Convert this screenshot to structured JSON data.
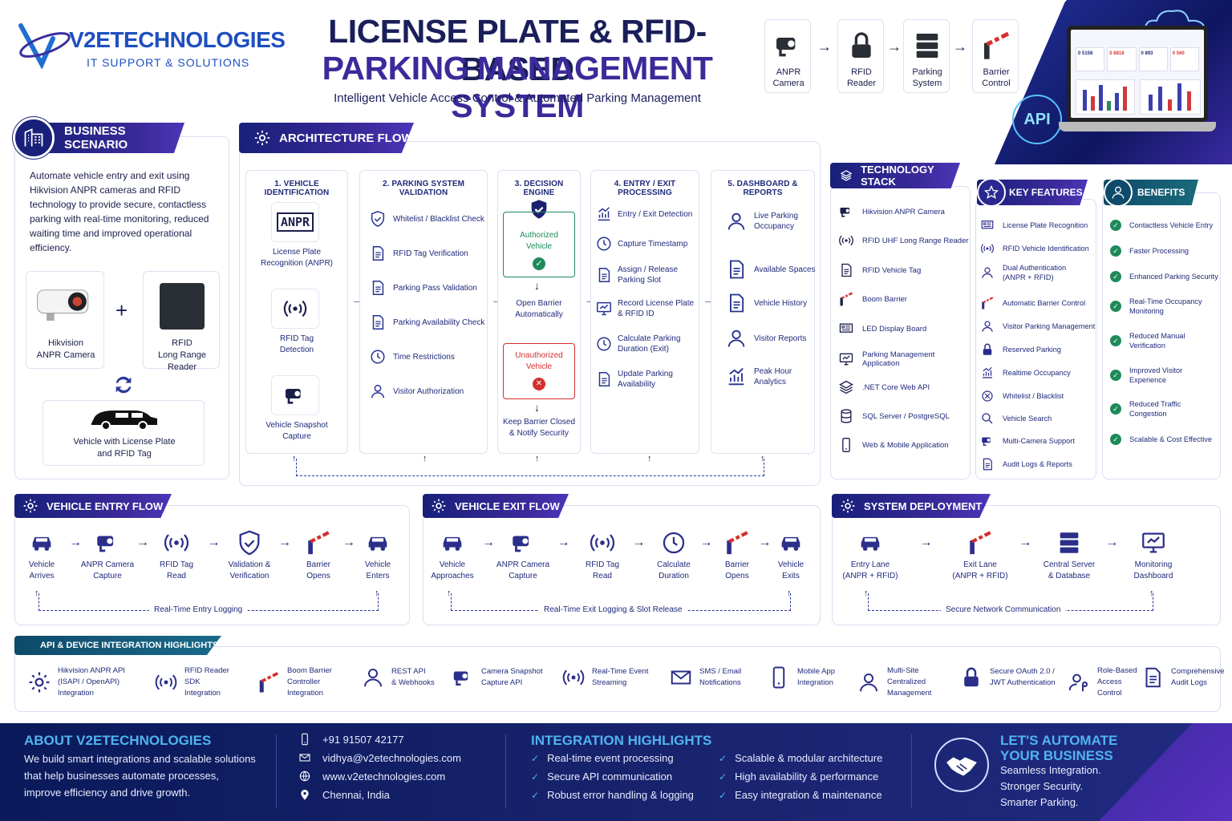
{
  "brand": {
    "name": "V2ETECHNOLOGIES",
    "tagline": "IT SUPPORT & SOLUTIONS"
  },
  "title": {
    "line1": "LICENSE PLATE & RFID-BASED",
    "line2": "PARKING MANAGEMENT SYSTEM",
    "subtitle": "Intelligent Vehicle Access Control & Automated Parking Management"
  },
  "top_flow": [
    {
      "label": "ANPR\nCamera",
      "icon": "camera-icon"
    },
    {
      "label": "RFID\nReader",
      "icon": "lock-icon"
    },
    {
      "label": "Parking\nSystem",
      "icon": "server-icon"
    },
    {
      "label": "Barrier\nControl",
      "icon": "barrier-icon"
    }
  ],
  "api_badge": "API",
  "dash": {
    "stats": [
      "0 5158",
      "0 8818",
      "0 893",
      "0 560"
    ]
  },
  "business": {
    "title": "BUSINESS SCENARIO",
    "text": "Automate vehicle entry and exit using Hikvision ANPR cameras and RFID technology to provide secure, contactless parking with real-time monitoring, reduced waiting time and improved operational efficiency.",
    "camera": "Hikvision\nANPR Camera",
    "reader": "RFID\nLong Range Reader",
    "plus": "+",
    "car": "Vehicle with License Plate\nand RFID Tag"
  },
  "architecture": {
    "title": "ARCHITECTURE FLOW",
    "columns": [
      {
        "title": "1. VEHICLE IDENTIFICATION",
        "items": [
          "License Plate\nRecognition (ANPR)",
          "RFID Tag\nDetection",
          "Vehicle Snapshot\nCapture"
        ],
        "anpr_text": "ANPR"
      },
      {
        "title": "2. PARKING SYSTEM VALIDATION",
        "items": [
          "Whitelist / Blacklist Check",
          "RFID Tag Verification",
          "Parking Pass Validation",
          "Parking Availability Check",
          "Time Restrictions",
          "Visitor Authorization"
        ]
      },
      {
        "title": "3. DECISION ENGINE",
        "auth": "Authorized\nVehicle",
        "auth_action": "Open Barrier\nAutomatically",
        "unauth": "Unauthorized\nVehicle",
        "unauth_action": "Keep Barrier Closed\n& Notify Security"
      },
      {
        "title": "4. ENTRY / EXIT PROCESSING",
        "items": [
          "Entry / Exit Detection",
          "Capture Timestamp",
          "Assign / Release\nParking Slot",
          "Record License Plate\n& RFID ID",
          "Calculate Parking\nDuration (Exit)",
          "Update Parking\nAvailability"
        ]
      },
      {
        "title": "5. DASHBOARD & REPORTS",
        "items": [
          "Live Parking\nOccupancy",
          "Available Spaces",
          "Vehicle History",
          "Visitor Reports",
          "Peak Hour\nAnalytics"
        ]
      }
    ]
  },
  "tech": {
    "title": "TECHNOLOGY STACK",
    "items": [
      "Hikvision ANPR Camera",
      "RFID UHF Long Range Reader",
      "RFID Vehicle Tag",
      "Boom Barrier",
      "LED Display Board",
      "Parking Management Application",
      ".NET Core Web API",
      "SQL Server / PostgreSQL",
      "Web & Mobile Application"
    ]
  },
  "features": {
    "title": "KEY FEATURES",
    "items": [
      "License Plate Recognition",
      "RFID Vehicle Identification",
      "Dual Authentication\n(ANPR + RFID)",
      "Automatic Barrier Control",
      "Visitor Parking Management",
      "Reserved Parking",
      "Realtime Occupancy",
      "Whitelist / Blacklist",
      "Vehicle Search",
      "Multi-Camera Support",
      "Audit Logs & Reports"
    ]
  },
  "benefits": {
    "title": "BENEFITS",
    "items": [
      "Contactless Vehicle Entry",
      "Faster Processing",
      "Enhanced Parking Security",
      "Real-Time Occupancy\nMonitoring",
      "Reduced Manual\nVerification",
      "Improved Visitor\nExperience",
      "Reduced Traffic\nCongestion",
      "Scalable & Cost Effective"
    ]
  },
  "entry": {
    "title": "VEHICLE ENTRY FLOW",
    "steps": [
      "Vehicle\nArrives",
      "ANPR Camera\nCapture",
      "RFID Tag\nRead",
      "Validation &\nVerification",
      "Barrier\nOpens",
      "Vehicle\nEnters"
    ],
    "footer": "Real-Time Entry Logging"
  },
  "exit": {
    "title": "VEHICLE EXIT FLOW",
    "steps": [
      "Vehicle\nApproaches",
      "ANPR Camera\nCapture",
      "RFID Tag\nRead",
      "Calculate\nDuration",
      "Barrier\nOpens",
      "Vehicle\nExits"
    ],
    "footer": "Real-Time Exit Logging & Slot Release"
  },
  "deploy": {
    "title": "SYSTEM DEPLOYMENT",
    "steps": [
      "Entry Lane\n(ANPR + RFID)",
      "Exit Lane\n(ANPR + RFID)",
      "Central Server\n& Database",
      "Monitoring\nDashboard"
    ],
    "footer": "Secure Network Communication"
  },
  "api": {
    "title": "API & DEVICE INTEGRATION HIGHLIGHTS",
    "items": [
      "Hikvision ANPR API\n(ISAPI / OpenAPI)\nIntegration",
      "RFID Reader\nSDK\nIntegration",
      "Boom Barrier\nController\nIntegration",
      "REST API\n& Webhooks",
      "Camera Snapshot\nCapture API",
      "Real-Time Event\nStreaming",
      "SMS / Email\nNotifications",
      "Mobile App\nIntegration",
      "Multi-Site\nCentralized\nManagement",
      "Secure OAuth 2.0 /\nJWT Authentication",
      "Role-Based\nAccess\nControl",
      "Comprehensive\nAudit Logs"
    ]
  },
  "about": {
    "title": "ABOUT V2ETECHNOLOGIES",
    "text": "We build smart integrations and scalable solutions that help businesses automate processes, improve efficiency and drive growth."
  },
  "contact": {
    "phone": "+91 91507 42177",
    "email": "vidhya@v2etechnologies.com",
    "web": "www.v2etechnologies.com",
    "location": "Chennai, India"
  },
  "integration": {
    "title": "INTEGRATION HIGHLIGHTS",
    "left": [
      "Real-time event processing",
      "Secure API communication",
      "Robust error handling & logging"
    ],
    "right": [
      "Scalable & modular architecture",
      "High availability & performance",
      "Easy integration & maintenance"
    ]
  },
  "cta": {
    "title1": "LET'S AUTOMATE",
    "title2": "YOUR BUSINESS",
    "lines": [
      "Seamless Integration.",
      "Stronger Security.",
      "Smarter Parking."
    ]
  },
  "colors": {
    "navy": "#18207a",
    "purple": "#4b2fb0",
    "green": "#1e8a5a",
    "red": "#d32f2f",
    "footer": "#0a1a5a",
    "accent": "#4fb4f0"
  }
}
